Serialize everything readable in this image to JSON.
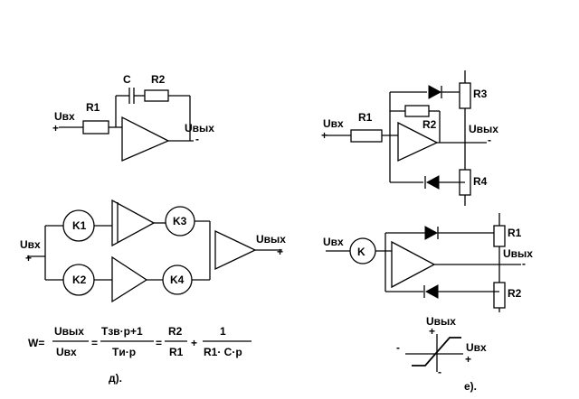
{
  "diagram_d": {
    "pi_controller": {
      "input_label": "Uвх",
      "output_label": "Uвых",
      "r1": "R1",
      "c": "C",
      "r2": "R2",
      "plus": "+",
      "minus": "-"
    },
    "parallel": {
      "input_label": "Uвх",
      "output_label": "Uвых",
      "k1": "K1",
      "k2": "K2",
      "k3": "K3",
      "k4": "K4",
      "plus_in": "+",
      "plus_out": "+"
    },
    "formula": {
      "lhs": "W=",
      "num1": "Uвых",
      "den1": "Uвх",
      "eq1": "=",
      "num2": "Tзв·p+1",
      "den2": "Tи·p",
      "eq2": "=",
      "num3": "R2",
      "den3": "R1",
      "plus": "+",
      "num4": "1",
      "den4": "R1· C·p"
    },
    "caption": "д)."
  },
  "diagram_e": {
    "limiter": {
      "input_label": "Uвх",
      "output_label": "Uвых",
      "r1": "R1",
      "r2": "R2",
      "r3": "R3",
      "r4": "R4",
      "plus": "+",
      "minus": "-"
    },
    "limiter2": {
      "input_label": "Uвх",
      "output_label": "Uвых",
      "k": "K",
      "r1": "R1",
      "r2": "R2",
      "minus": "-"
    },
    "characteristic": {
      "y_label": "Uвых",
      "x_label": "Uвх",
      "plus_y": "+",
      "minus_y": "-",
      "plus_x": "+",
      "minus_x": "-"
    },
    "caption": "е)."
  }
}
